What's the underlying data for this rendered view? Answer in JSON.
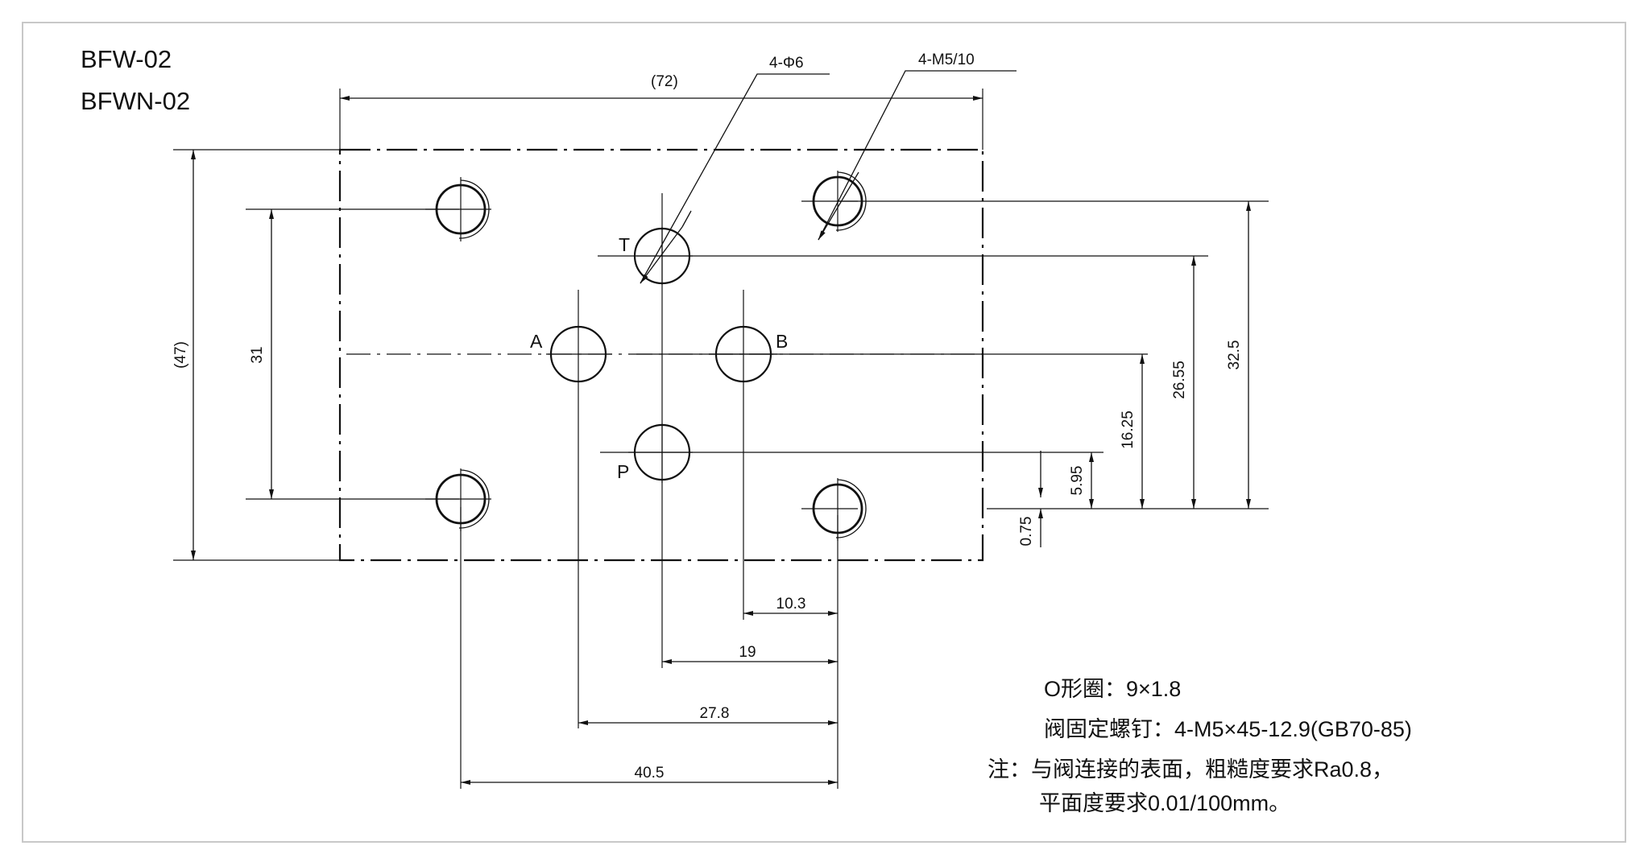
{
  "models": [
    "BFW-02",
    "BFWN-02"
  ],
  "dimensions": {
    "width_overall": "(72)",
    "height_overall": "(47)",
    "bolt_spacing_vertical": "31",
    "d_32_5": "32.5",
    "d_26_55": "26.55",
    "d_16_25": "16.25",
    "d_5_95": "5.95",
    "d_0_75": "0.75",
    "d_10_3": "10.3",
    "d_19": "19",
    "d_27_8": "27.8",
    "d_40_5": "40.5"
  },
  "callouts": {
    "port_holes": "4-Φ6",
    "threaded_holes": "4-M5/10"
  },
  "ports": {
    "T": "T",
    "A": "A",
    "B": "B",
    "P": "P"
  },
  "notes": {
    "oring": "O形圈：9×1.8",
    "screws": "阀固定螺钉：4-M5×45-12.9(GB70-85)",
    "surface_line1": "注：与阀连接的表面，粗糙度要求Ra0.8，",
    "surface_line2": "平面度要求0.01/100mm。"
  },
  "colors": {
    "line": "#111111",
    "frame": "#c8c8c8"
  }
}
